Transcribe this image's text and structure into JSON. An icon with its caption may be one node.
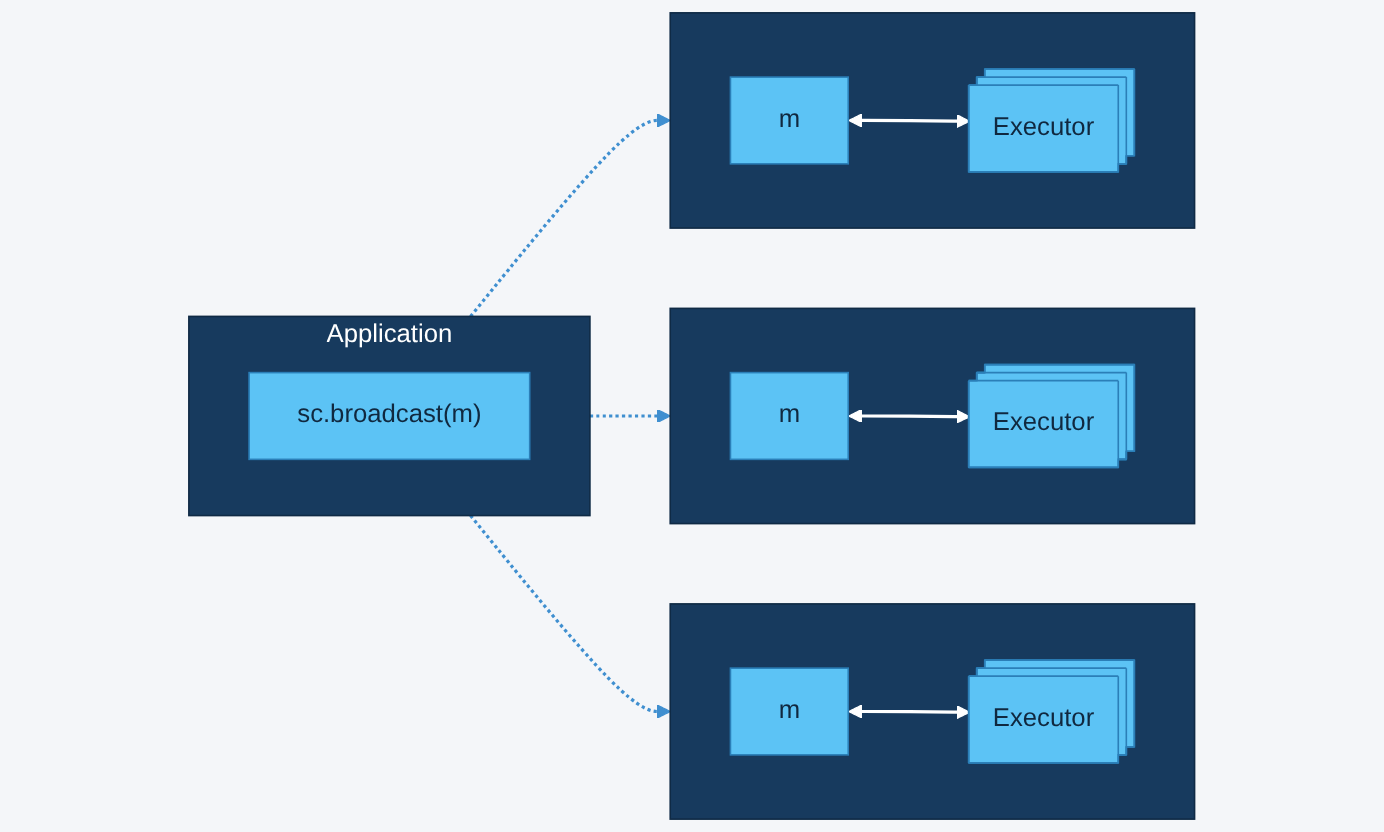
{
  "diagram": {
    "nodes": [
      {
        "text": [
          "Application"
        ]
      },
      {
        "text": [
          "sc.broadcast(m)"
        ],
        "in": 0
      },
      {
        "text": [],
        "shape": "box"
      },
      {
        "text": [
          "m"
        ],
        "in": 2
      },
      {
        "text": [
          "Executor"
        ],
        "in": 2
      },
      {
        "text": [],
        "shape": "box"
      },
      {
        "text": [
          "m"
        ],
        "in": 5
      },
      {
        "text": [
          "Executor"
        ],
        "in": 5
      },
      {
        "text": [],
        "shape": "box"
      },
      {
        "text": [
          "m"
        ],
        "in": 8
      },
      {
        "text": [
          "Executor"
        ],
        "in": 8
      }
    ],
    "edges": [
      {
        "from": 0,
        "to": 2,
        "arrow": "to",
        "style": "dashed",
        "color": "#3f8fd0"
      },
      {
        "from": 0,
        "to": 5,
        "arrow": "to",
        "style": "dashed",
        "color": "#3f8fd0"
      },
      {
        "from": 0,
        "to": 8,
        "arrow": "to",
        "style": "dashed",
        "color": "#3f8fd0"
      },
      {
        "from": 3,
        "to": 4,
        "arrow": "both",
        "color": "#ffffff"
      },
      {
        "from": 6,
        "to": 7,
        "arrow": "both",
        "color": "#ffffff"
      },
      {
        "from": 9,
        "to": 10,
        "arrow": "both",
        "color": "#ffffff"
      }
    ]
  }
}
